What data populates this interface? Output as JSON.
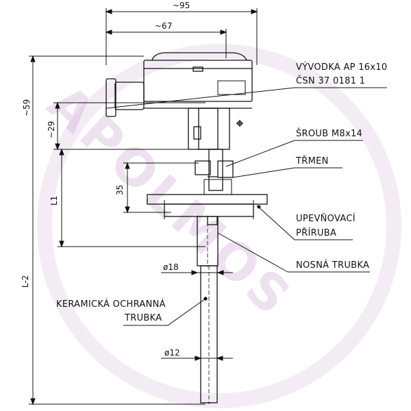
{
  "watermark": {
    "text": "APOLMOS",
    "color": "#cfa6d4"
  },
  "dimensions": {
    "overall_width": "~95",
    "head_width": "~67",
    "height_top": "~59",
    "height_mid": "~29",
    "length_l1": "L1",
    "length_l2": "L-2",
    "bracket_height": "35",
    "dia_tube": "ø18",
    "dia_tip": "ø12"
  },
  "labels": {
    "vyvodka_line1": "VÝVODKA AP 16x10",
    "vyvodka_line2": "ČSN 37 0181 1",
    "sroub": "ŠROUB M8x14",
    "trmen": "TŘMEN",
    "priruba_line1": "UPEVŇOVACÍ",
    "priruba_line2": "PŘÍRUBA",
    "nosna": "NOSNÁ TRUBKA",
    "keramicka_line1": "KERAMICKÁ OCHRANNÁ",
    "keramicka_line2": "TRUBKA"
  }
}
